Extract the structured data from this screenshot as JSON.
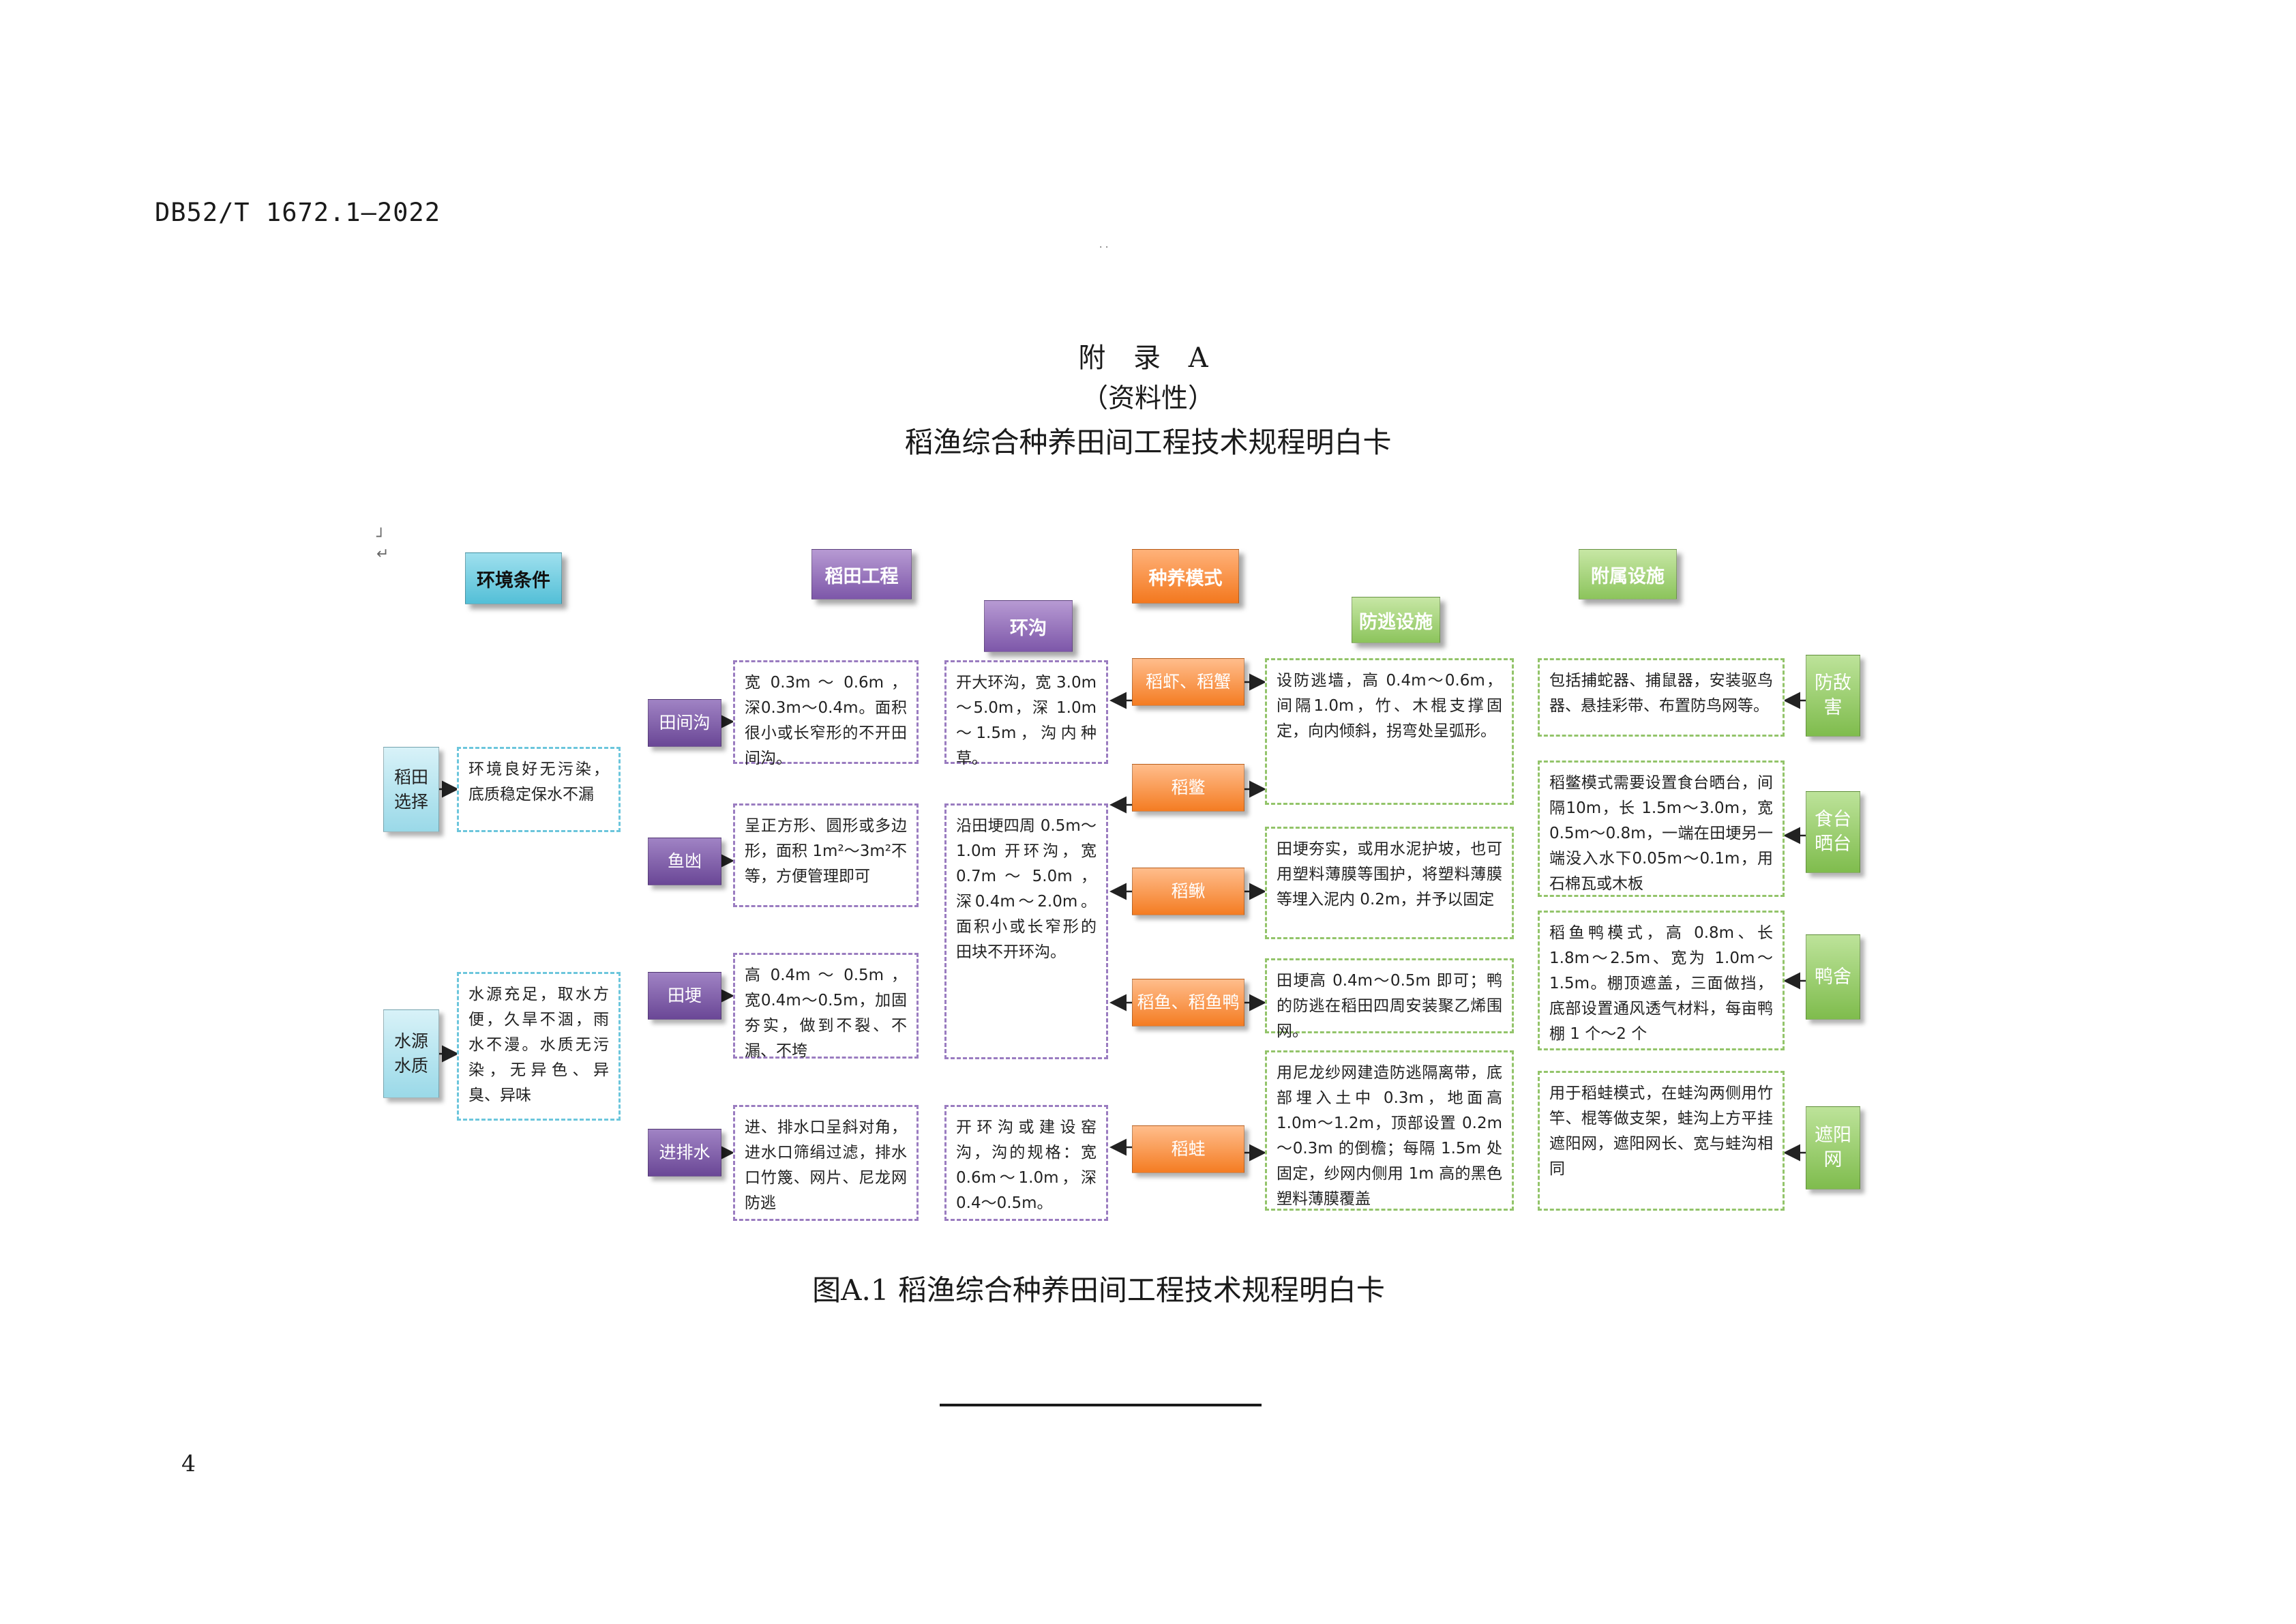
{
  "header": {
    "doc_code": "DB52/T 1672.1—2022"
  },
  "title": {
    "appendix": "附 录 A",
    "nature": "（资料性）",
    "name": "稻渔综合种养田间工程技术规程明白卡"
  },
  "figure": {
    "caption": "图A.1 稻渔综合种养田间工程技术规程明白卡",
    "headers": {
      "env": "环境条件",
      "field": "稻田工程",
      "ring": "环沟",
      "mode": "种养模式",
      "escape": "防逃设施",
      "aux": "附属设施"
    },
    "env": {
      "items": [
        {
          "label": "稻田选择",
          "text": "环境良好无污染，底质稳定保水不漏"
        },
        {
          "label": "水源水质",
          "text": "水源充足，取水方便，久旱不涸，雨水不漫。水质无污染，无异色、异臭、异味"
        }
      ]
    },
    "field": {
      "items": [
        {
          "label": "田间沟",
          "spec": "宽 0.3m ～ 0.6m ， 深0.3m～0.4m。面积很小或长窄形的不开田间沟。",
          "ring": "开大环沟，宽 3.0m～5.0m，深 1.0m～1.5m，沟内种草。"
        },
        {
          "label": "鱼凼",
          "spec": "呈正方形、圆形或多边形，面积 1m²～3m²不等，方便管理即可"
        },
        {
          "label": "田埂",
          "spec": "高 0.4m ～ 0.5m ， 宽0.4m～0.5m，加固夯实，做到不裂、不漏、不垮"
        },
        {
          "label": "进排水",
          "spec": "进、排水口呈斜对角，进水口筛绢过滤，排水口竹篾、网片、尼龙网防逃",
          "ring": "开环沟或建设窑沟，沟的规格：宽 0.6m～1.0m，深 0.4～0.5m。"
        }
      ],
      "ring_mid": "沿田埂四周 0.5m～1.0m 开环沟，宽0.7m ～ 5.0m ， 深0.4m～2.0m。面积小或长窄形的田块不开环沟。"
    },
    "modes": [
      "稻虾、稻蟹",
      "稻鳖",
      "稻鳅",
      "稻鱼、稻鱼鸭",
      "稻蛙"
    ],
    "escape": [
      "设防逃墙，高 0.4m～0.6m，间隔1.0m，竹、木棍支撑固定，向内倾斜，拐弯处呈弧形。",
      "田埂夯实，或用水泥护坡，也可用塑料薄膜等围护，将塑料薄膜等埋入泥内 0.2m，并予以固定",
      "田埂高 0.4m～0.5m 即可；鸭的防逃在稻田四周安装聚乙烯围网。",
      "用尼龙纱网建造防逃隔离带，底部埋入土中 0.3m，地面高 1.0m～1.2m，顶部设置 0.2m～0.3m 的倒檐；每隔 1.5m 处固定，纱网内侧用 1m 高的黑色塑料薄膜覆盖"
    ],
    "aux": [
      {
        "label": "防敌害",
        "text": "包括捕蛇器、捕鼠器，安装驱鸟器、悬挂彩带、布置防鸟网等。"
      },
      {
        "label": "食台晒台",
        "text": "稻鳖模式需要设置食台晒台，间隔10m，长 1.5m～3.0m，宽 0.5m～0.8m，一端在田埂另一端没入水下0.05m～0.1m，用石棉瓦或木板"
      },
      {
        "label": "鸭舍",
        "text": "稻鱼鸭模式，高 0.8m、长 1.8m～2.5m、宽为 1.0m～1.5m。棚顶遮盖，三面做挡，底部设置通风透气材料，每亩鸭棚 1 个～2 个"
      },
      {
        "label": "遮阳网",
        "text": "用于稻蛙模式，在蛙沟两侧用竹竿、棍等做支架，蛙沟上方平挂遮阳网，遮阳网长、宽与蛙沟相同"
      }
    ]
  },
  "footer": {
    "page": "4"
  }
}
